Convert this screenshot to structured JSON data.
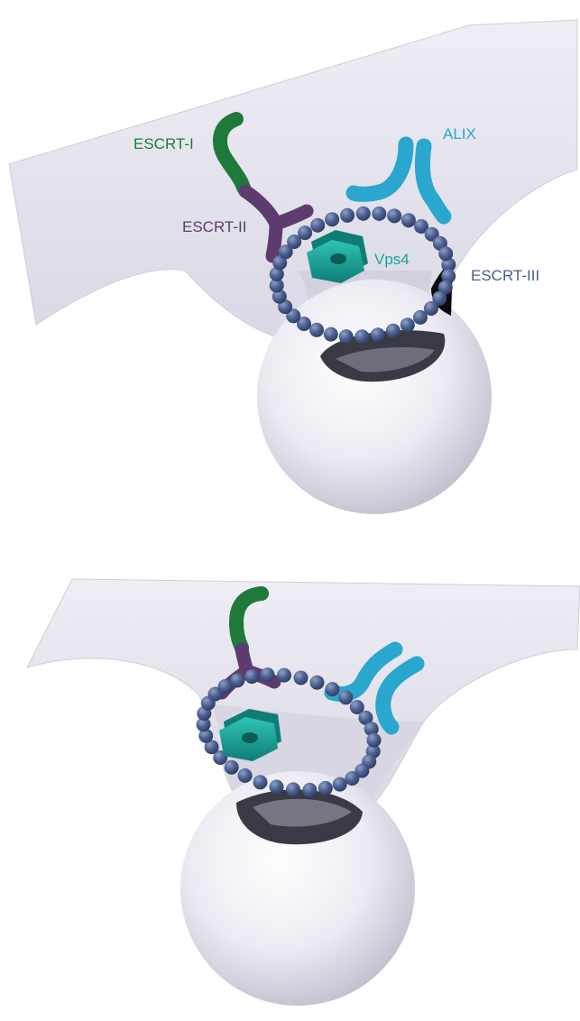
{
  "labels": {
    "escrt1": "ESCRT-I",
    "escrt2": "ESCRT-II",
    "alix": "ALIX",
    "vps4": "Vps4",
    "escrt3": "ESCRT-III"
  },
  "colors": {
    "escrt1": "#1f7a3a",
    "escrt2": "#5e3b6e",
    "alix": "#2aa7cf",
    "vps4": "#17a39a",
    "escrt3": "#4a5f8f",
    "membrane": "#e4e3ee",
    "membrane_edge": "#c9c8d6"
  }
}
